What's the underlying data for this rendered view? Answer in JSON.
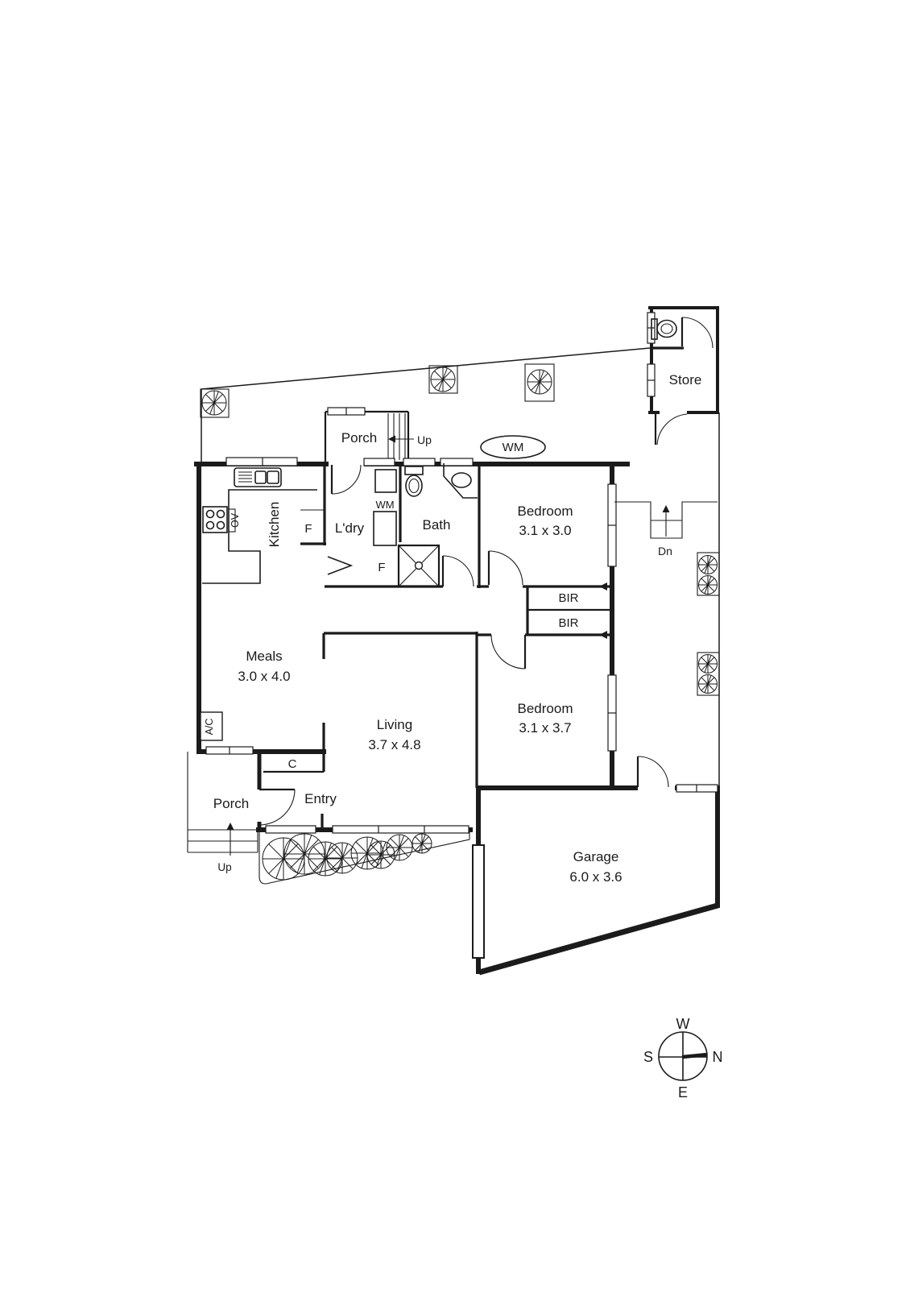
{
  "floorplan": {
    "rooms": {
      "store": {
        "name": "Store"
      },
      "porch_top": {
        "name": "Porch"
      },
      "kitchen": {
        "name": "Kitchen"
      },
      "laundry": {
        "name": "L'dry"
      },
      "bath": {
        "name": "Bath"
      },
      "bedroom1": {
        "name": "Bedroom",
        "dimensions": "3.1 x 3.0"
      },
      "meals": {
        "name": "Meals",
        "dimensions": "3.0 x 4.0"
      },
      "living": {
        "name": "Living",
        "dimensions": "3.7 x 4.8"
      },
      "bedroom2": {
        "name": "Bedroom",
        "dimensions": "3.1 x 3.7"
      },
      "entry": {
        "name": "Entry"
      },
      "porch_bottom": {
        "name": "Porch"
      },
      "garage": {
        "name": "Garage",
        "dimensions": "6.0 x 3.6"
      }
    },
    "fixtures": {
      "washing_machine": "WM",
      "water_meter": "WM",
      "fridge_kitchen": "F",
      "fridge_laundry": "F",
      "oven": "OV",
      "air_conditioner": "A/C",
      "built_in_robe_1": "BIR",
      "built_in_robe_2": "BIR",
      "linen_closet": "C"
    },
    "stairs": {
      "porch_top_up": "Up",
      "porch_bottom_up": "Up",
      "side_path_down": "Dn"
    },
    "compass": {
      "top": "W",
      "left": "S",
      "right": "N",
      "bottom": "E"
    },
    "colors": {
      "ink": "#1b1b1b",
      "paper": "#ffffff"
    }
  }
}
